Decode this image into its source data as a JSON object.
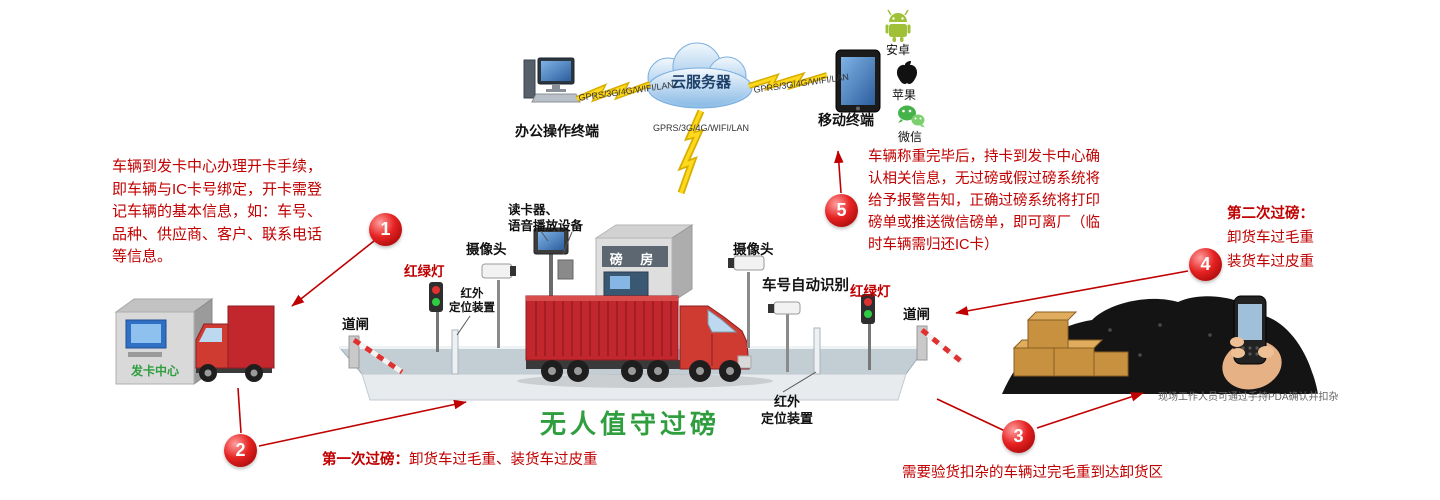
{
  "title": "无人值守过磅",
  "colors": {
    "note_red": "#c00000",
    "title_green": "#2f9e3f"
  },
  "cloud": {
    "label": "云服务器"
  },
  "terminals": {
    "office": "办公操作终端",
    "mobile": "移动终端",
    "android": "安卓",
    "apple": "苹果",
    "wechat": "微信"
  },
  "links": {
    "left": "GPRS/3G/4G/WIFI/LAN",
    "middle": "GPRS/3G/4G/WIFI/LAN",
    "right": "GPRS/3G/4G/WIFI/LAN"
  },
  "card_center": {
    "label": "发卡中心"
  },
  "equipment": {
    "camera_left": "摄像头",
    "camera_right": "摄像头",
    "reader_line1": "读卡器、",
    "reader_line2": "语音播放设备",
    "weigh_room": "磅 房",
    "plate_recognition": "车号自动识别",
    "light_left": "红绿灯",
    "light_right": "红绿灯",
    "gate_left": "道闸",
    "gate_right": "道闸",
    "infrared_left_line1": "红外",
    "infrared_left_line2": "定位装置",
    "infrared_right_line1": "红外",
    "infrared_right_line2": "定位装置"
  },
  "steps": {
    "s1": "1",
    "s2": "2",
    "s3": "3",
    "s4": "4",
    "s5": "5"
  },
  "notes": {
    "card_center_note": "车辆到发卡中心办理开卡手续，即车辆与IC卡号绑定，开卡需登记车辆的基本信息，如：车号、品种、供应商、客户、联系电话等信息。",
    "weigh_done_note": "车辆称重完毕后，持卡到发卡中心确认相关信息，无过磅或假过磅系统将给予报警告知，正确过磅系统将打印磅单或推送微信磅单，即可离厂（临时车辆需归还IC卡）",
    "second_weigh_title": "第二次过磅：",
    "second_weigh_line1": "卸货车过毛重",
    "second_weigh_line2": "装货车过皮重",
    "first_weigh_title": "第一次过磅：",
    "first_weigh_body": "卸货车过毛重、装货车过皮重",
    "unload_note": "需要验货扣杂的车辆过完毛重到达卸货区",
    "pda_note": "现场工作人员可通过手持PDA确认并扣杂"
  }
}
